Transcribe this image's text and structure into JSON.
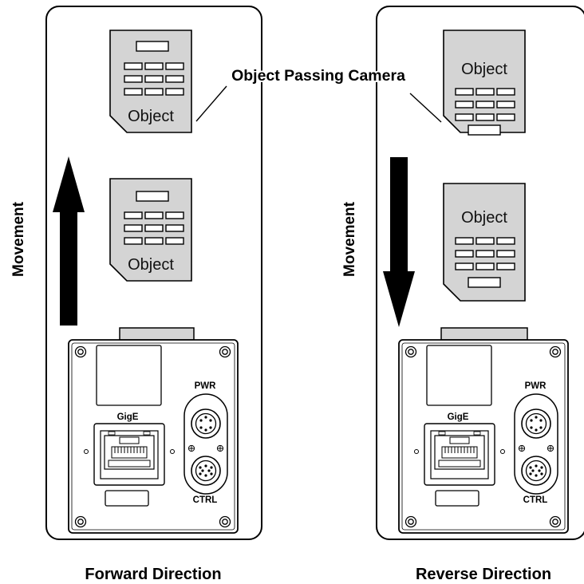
{
  "diagram": {
    "callout_label": "Object Passing Camera",
    "colors": {
      "object_fill": "#d4d4d4",
      "arrow": "#000000",
      "camera_body": "#ffffff",
      "stroke": "#000000"
    },
    "panels": [
      {
        "caption": "Forward Direction",
        "movement_label": "Movement",
        "arrow_direction": "up",
        "objects": [
          {
            "label": "Object"
          },
          {
            "label": "Object"
          }
        ],
        "camera": {
          "pwr_label": "PWR",
          "gige_label": "GigE",
          "ctrl_label": "CTRL"
        }
      },
      {
        "caption": "Reverse Direction",
        "movement_label": "Movement",
        "arrow_direction": "down",
        "objects": [
          {
            "label": "Object"
          },
          {
            "label": "Object"
          }
        ],
        "camera": {
          "pwr_label": "PWR",
          "gige_label": "GigE",
          "ctrl_label": "CTRL"
        }
      }
    ]
  }
}
